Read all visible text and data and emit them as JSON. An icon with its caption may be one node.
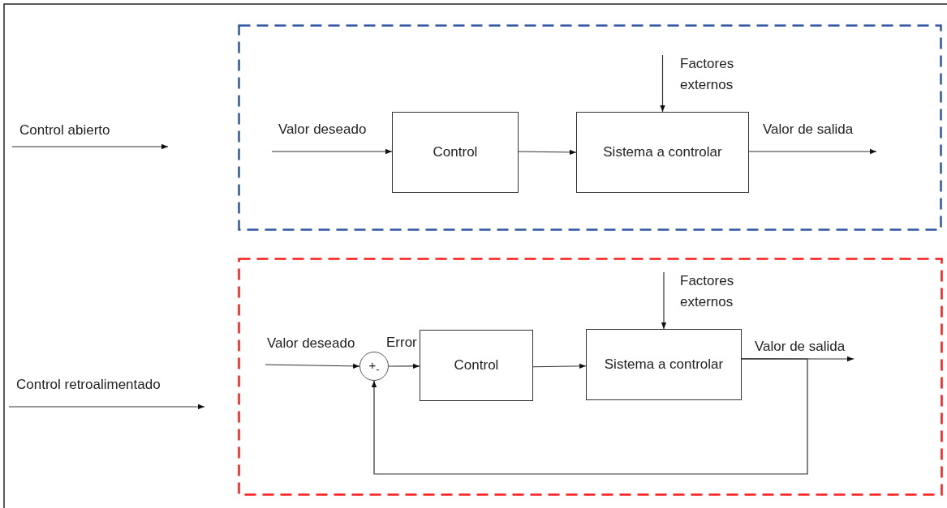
{
  "diagram": {
    "nodes": [
      {
        "text": [
          "Control abierto"
        ]
      },
      {
        "text": [],
        "shape": "box"
      },
      {
        "text": [
          "Control"
        ],
        "in": 1
      },
      {
        "text": [
          "Sistema a controlar"
        ],
        "in": 1
      },
      {
        "text": [
          "Factores externos"
        ],
        "in": 1
      },
      {
        "text": [
          "Control retroalimentado"
        ]
      },
      {
        "text": [],
        "shape": "box"
      },
      {
        "text": [
          "+$_{-}$"
        ],
        "in": 6
      },
      {
        "text": [
          "Control"
        ],
        "in": 6
      },
      {
        "text": [
          "Sistema a controlar"
        ],
        "in": 6
      },
      {
        "text": [
          "Factores externos"
        ],
        "in": 6
      }
    ],
    "edges": [
      {
        "from": 0,
        "to": null,
        "arrow": "to"
      },
      {
        "from": null,
        "to": 2,
        "arrow": "to",
        "label": "Valor deseado"
      },
      {
        "from": 2,
        "to": 3,
        "arrow": "to"
      },
      {
        "from": 4,
        "to": 3,
        "arrow": "to"
      },
      {
        "from": 3,
        "to": null,
        "arrow": "to",
        "label": "Valor de salida"
      },
      {
        "from": 5,
        "to": null,
        "arrow": "to"
      },
      {
        "from": null,
        "to": 7,
        "arrow": "to",
        "label": "Valor deseado"
      },
      {
        "from": 7,
        "to": 8,
        "arrow": "to",
        "label": "Error"
      },
      {
        "from": 8,
        "to": 9,
        "arrow": "to"
      },
      {
        "from": 10,
        "to": 9,
        "arrow": "to"
      },
      {
        "from": 9,
        "to": null,
        "arrow": "to",
        "label": "Valor de salida"
      },
      {
        "from": 9,
        "to": 7,
        "arrow": "to"
      }
    ]
  }
}
